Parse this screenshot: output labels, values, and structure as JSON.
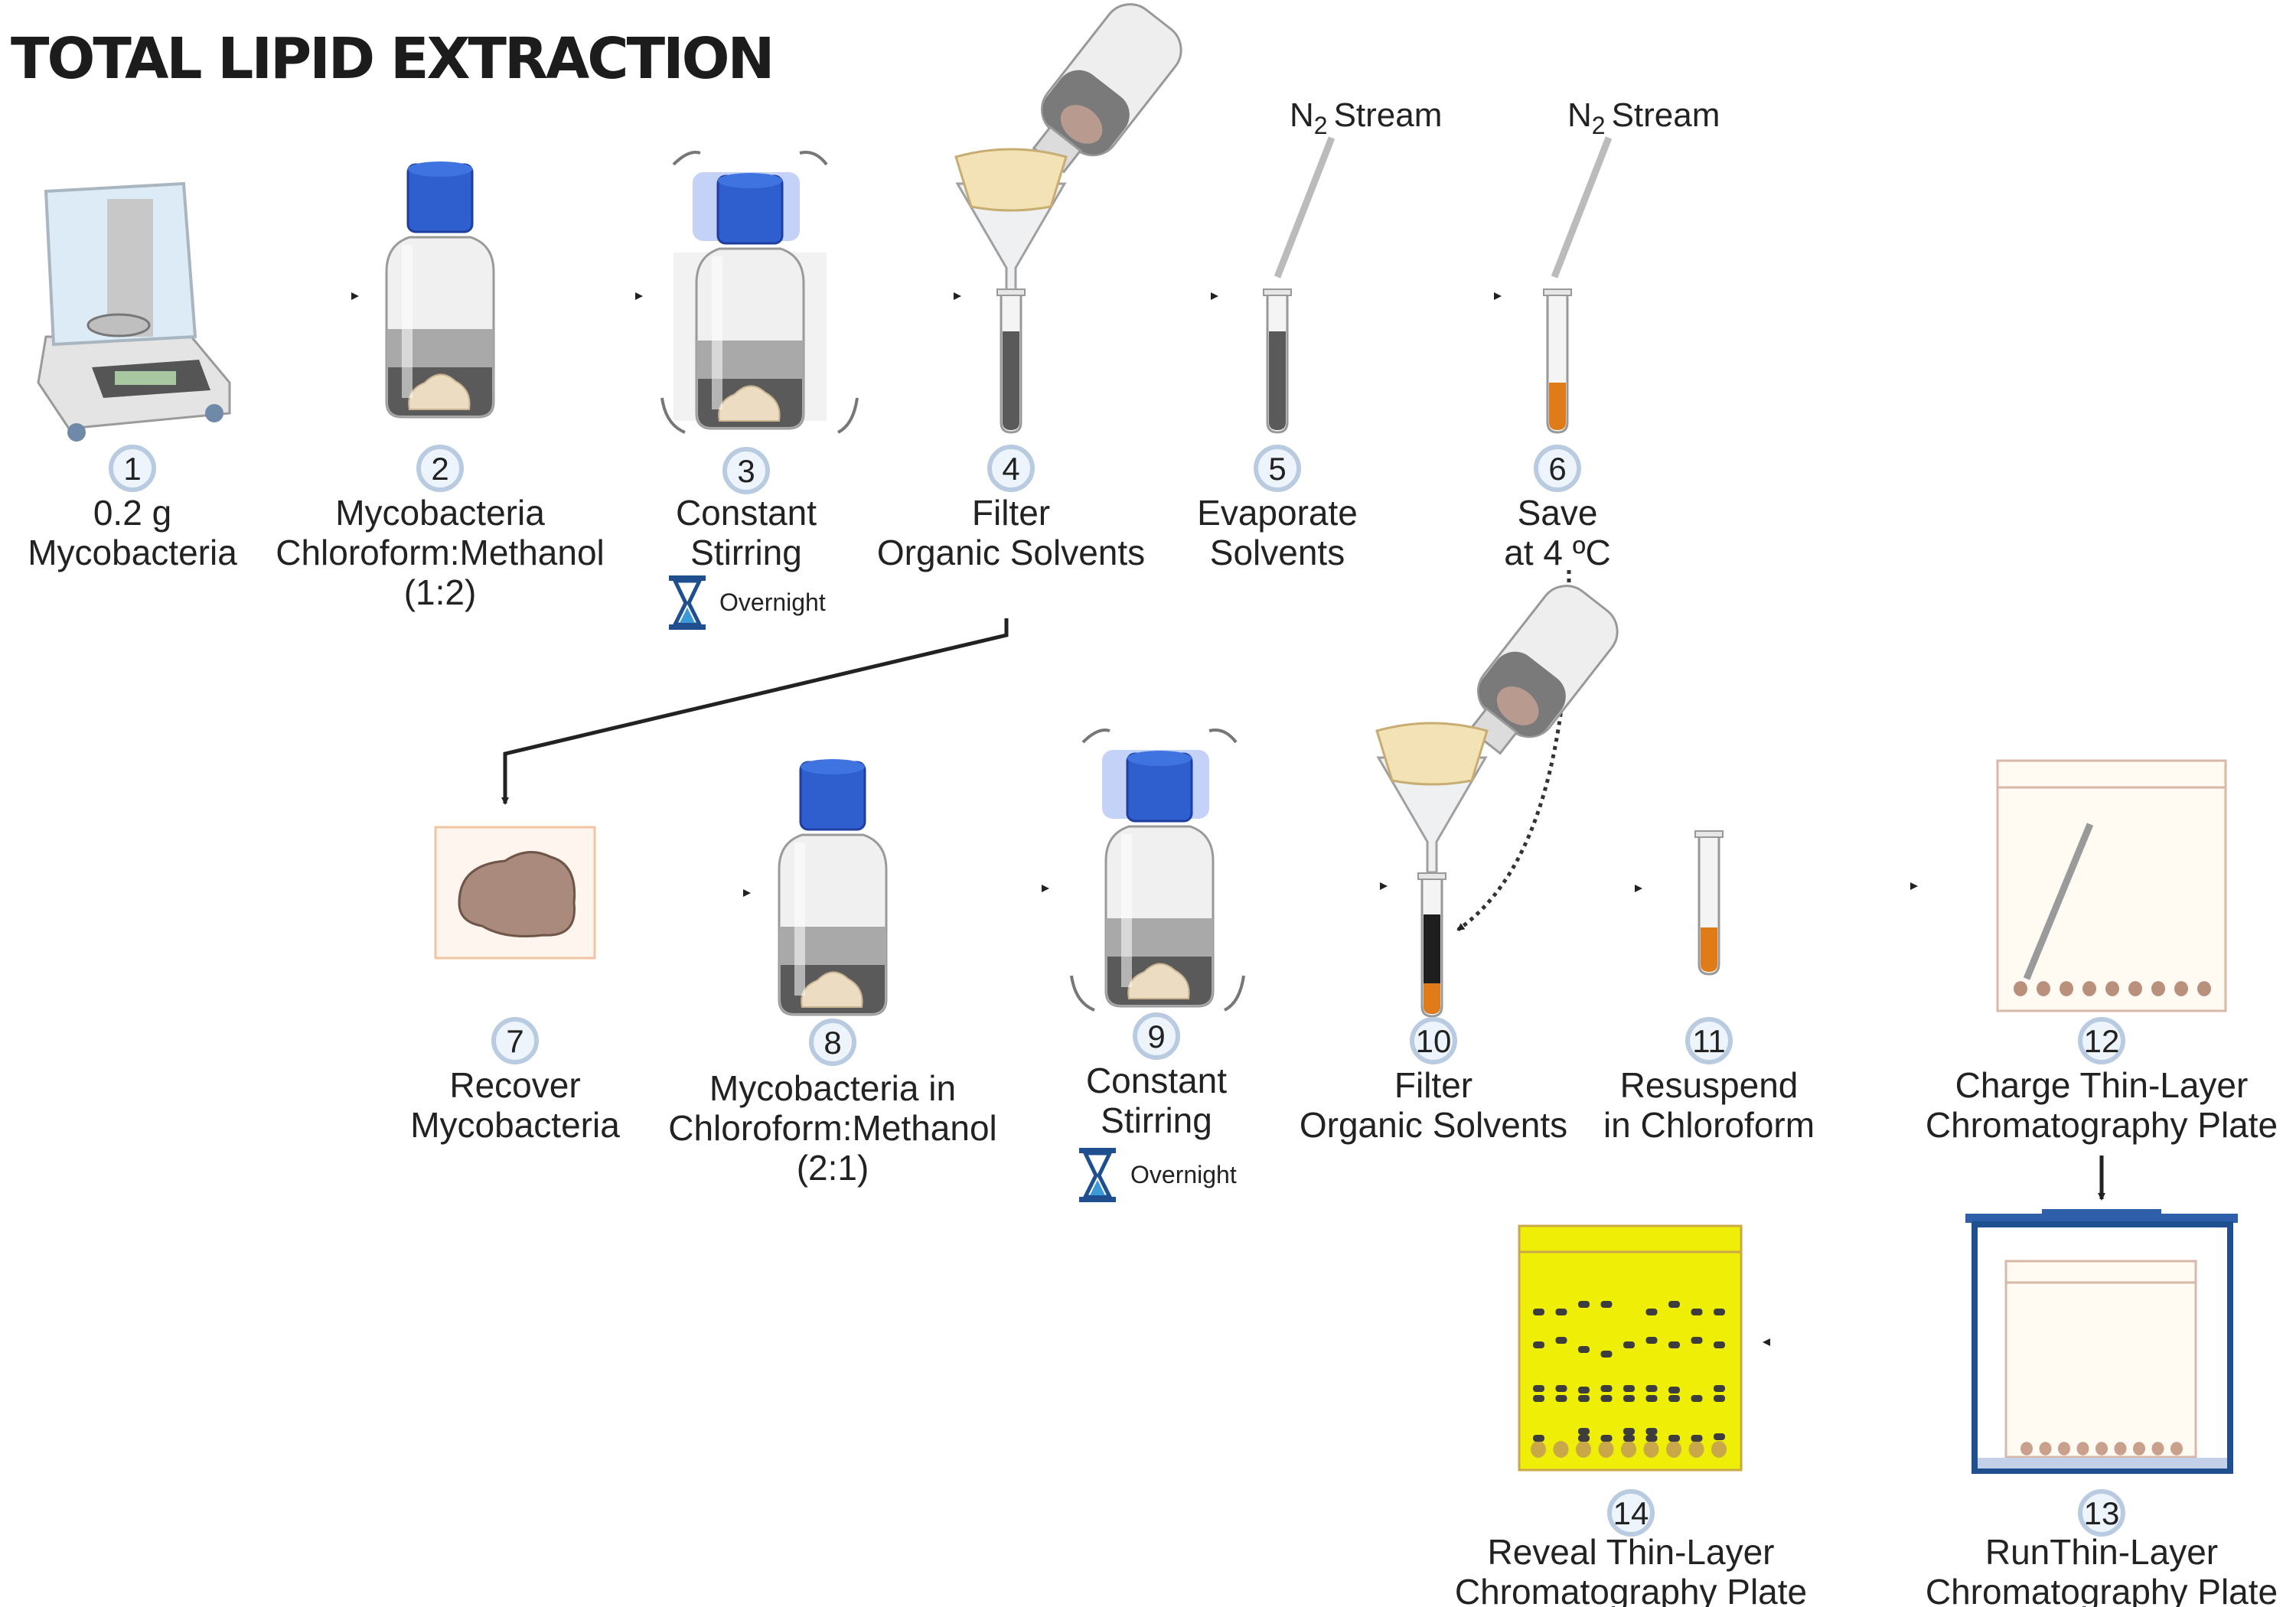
{
  "title": "TOTAL LIPID EXTRACTION",
  "n2_label": {
    "main": "N",
    "sub": "2",
    "rest": "Stream"
  },
  "overnight": "Overnight",
  "steps": [
    {
      "number": "1",
      "lines": [
        "0.2 g",
        "Mycobacteria"
      ]
    },
    {
      "number": "2",
      "lines": [
        "Mycobacteria",
        "Chloroform:Methanol",
        "(1:2)"
      ]
    },
    {
      "number": "3",
      "lines": [
        "Constant",
        "Stirring"
      ]
    },
    {
      "number": "4",
      "lines": [
        "Filter",
        "Organic Solvents"
      ]
    },
    {
      "number": "5",
      "lines": [
        "Evaporate",
        "Solvents"
      ]
    },
    {
      "number": "6",
      "lines": [
        "Save",
        "at 4 ºC"
      ]
    },
    {
      "number": "7",
      "lines": [
        "Recover",
        "Mycobacteria"
      ]
    },
    {
      "number": "8",
      "lines": [
        "Mycobacteria in",
        "Chloroform:Methanol",
        "(2:1)"
      ]
    },
    {
      "number": "9",
      "lines": [
        "Constant",
        "Stirring"
      ]
    },
    {
      "number": "10",
      "lines": [
        "Filter",
        "Organic Solvents"
      ]
    },
    {
      "number": "11",
      "lines": [
        "Resuspend",
        "in Chloroform"
      ]
    },
    {
      "number": "12",
      "lines": [
        "Charge Thin-Layer",
        "Chromatography Plate"
      ]
    },
    {
      "number": "13",
      "lines": [
        "RunThin-Layer",
        "Chromatography Plate"
      ]
    },
    {
      "number": "14",
      "lines": [
        "Reveal Thin-Layer",
        "Chromatography Plate"
      ]
    }
  ],
  "colors": {
    "cap": "#2f5fcf",
    "solvent": "#e07b1a",
    "tlc_revealed": "#eeee06",
    "chamber": "#1f4f8f",
    "number_ring": "#b9cbe0"
  }
}
